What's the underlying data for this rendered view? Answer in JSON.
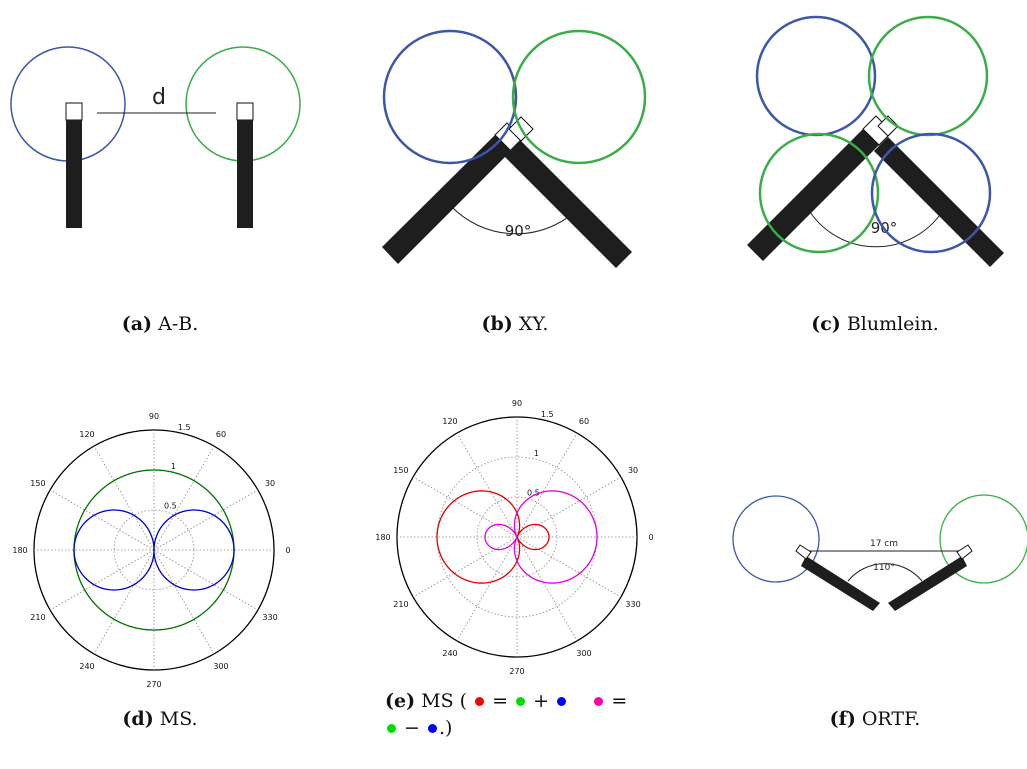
{
  "colors": {
    "mic_blue": "#3d57a7",
    "mic_green": "#3aad48",
    "mic_body": "#1e1e1e",
    "polar_green": "#007000",
    "polar_blue": "#0000cc",
    "polar_red": "#e00000",
    "polar_magenta": "#dd00dd",
    "dot_red": "#ff0000",
    "dot_green": "#00dd00",
    "dot_blue": "#0000ff",
    "dot_magenta": "#ff00aa"
  },
  "panels": {
    "ab": {
      "distance_label": "d"
    },
    "xy": {
      "angle_label": "90°"
    },
    "blumlein": {
      "angle_label": "90°"
    },
    "ortf": {
      "distance_label": "17 cm",
      "angle_label": "110°"
    }
  },
  "polar": {
    "angle_labels": [
      "0",
      "30",
      "60",
      "90",
      "120",
      "150",
      "180",
      "210",
      "240",
      "270",
      "300",
      "330"
    ],
    "radial_labels": [
      "0.5",
      "1",
      "1.5"
    ]
  },
  "captions": {
    "a": {
      "letter": "(a)",
      "text": "A-B."
    },
    "b": {
      "letter": "(b)",
      "text": "XY."
    },
    "c": {
      "letter": "(c)",
      "text": "Blumlein."
    },
    "d": {
      "letter": "(d)",
      "text": "MS."
    },
    "e": {
      "letter": "(e)",
      "text_start": "MS (",
      "eq1": "=",
      "plus": "+",
      "eq2": "=",
      "minus": "−",
      "text_end": ".)"
    },
    "f": {
      "letter": "(f)",
      "text": "ORTF."
    }
  }
}
